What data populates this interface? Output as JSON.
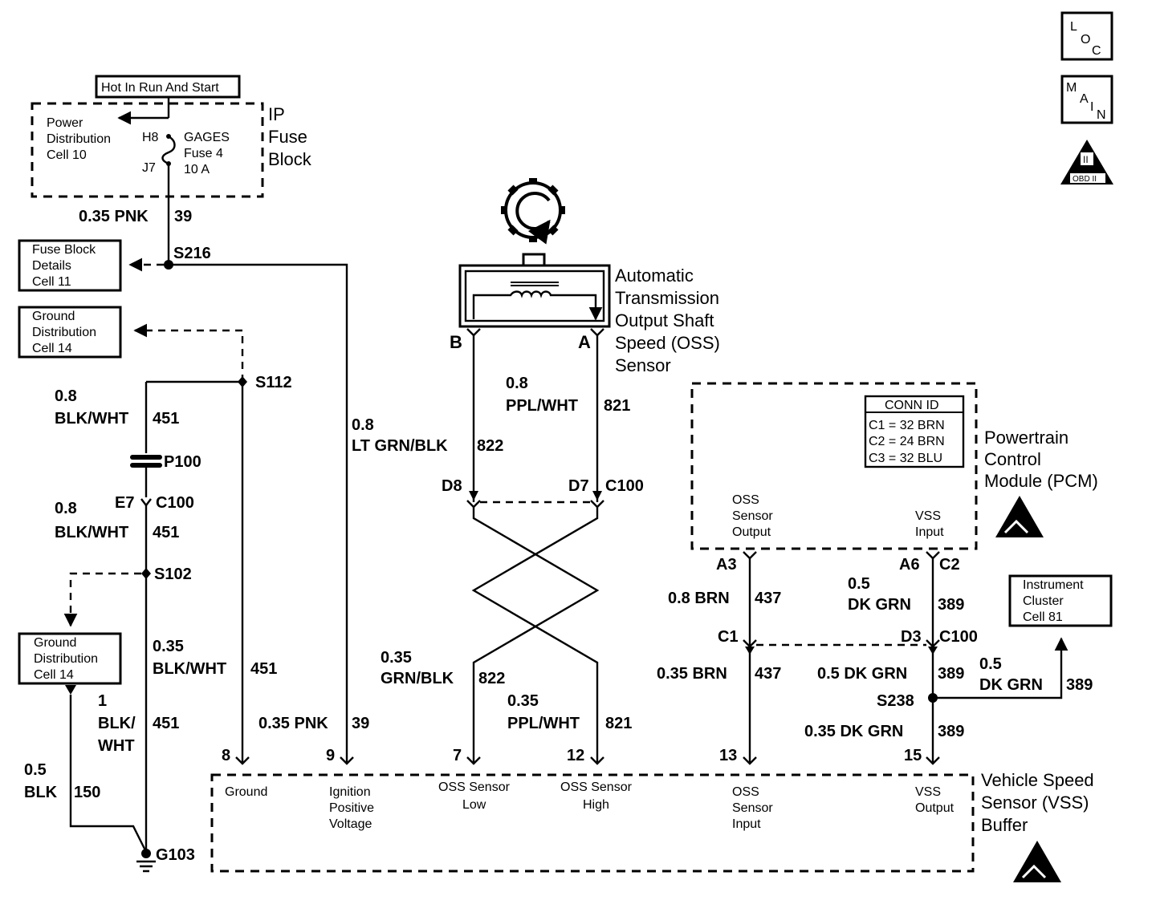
{
  "corner_icons": {
    "loc_l": "L",
    "loc_o": "O",
    "loc_c": "C",
    "main_m": "M",
    "main_a": "A",
    "main_i": "I",
    "main_n": "N",
    "obd_ii": "II",
    "obd_text": "OBD II"
  },
  "power": {
    "hot_label": "Hot In Run And Start",
    "fuse_block": {
      "line1": "IP",
      "line2": "Fuse",
      "line3": "Block"
    },
    "power_dist": {
      "line1": "Power",
      "line2": "Distribution",
      "line3": "Cell 10"
    },
    "pin_h8": "H8",
    "pin_j7": "J7",
    "fuse": {
      "line1": "GAGES",
      "line2": "Fuse 4",
      "line3": "10 A"
    },
    "wire_pnk": "0.35 PNK",
    "circuit_39": "39",
    "splice_s216": "S216"
  },
  "fuse_details": {
    "line1": "Fuse Block",
    "line2": "Details",
    "line3": "Cell 11"
  },
  "ground_top": {
    "line1": "Ground",
    "line2": "Distribution",
    "line3": "Cell 14"
  },
  "ground_left": {
    "line1": "Ground",
    "line2": "Distribution",
    "line3": "Cell 14"
  },
  "ground_path": {
    "splice_s112": "S112",
    "wire_a_size": "0.8",
    "wire_a_color": "BLK/WHT",
    "wire_a_circuit": "451",
    "p100": "P100",
    "pin_e7": "E7",
    "c100": "C100",
    "wire_b_size": "0.8",
    "wire_b_color": "BLK/WHT",
    "wire_b_circuit": "451",
    "splice_s102": "S102",
    "wire_c_size": "0.35",
    "wire_c_color": "BLK/WHT",
    "wire_c_circuit": "451",
    "wire_d_size": "1",
    "wire_d_color1": "BLK/",
    "wire_d_color2": "WHT",
    "wire_d_circuit": "451",
    "wire_e_size": "0.5",
    "wire_e_color": "BLK",
    "wire_e_circuit": "150",
    "ground_g103": "G103"
  },
  "ignition_wire": {
    "size": "0.8",
    "color": "LT GRN/BLK",
    "circuit": "822",
    "lower_label": "0.35 PNK",
    "lower_circuit": "39"
  },
  "oss_sensor": {
    "line1": "Automatic",
    "line2": "Transmission",
    "line3": "Output Shaft",
    "line4": "Speed (OSS)",
    "line5": "Sensor",
    "pin_b": "B",
    "pin_a": "A",
    "wire_a_size": "0.8",
    "wire_a_color": "PPL/WHT",
    "wire_a_circuit": "821"
  },
  "c100_connector": {
    "pin_d8": "D8",
    "pin_d7": "D7",
    "name": "C100"
  },
  "twisted_lower": {
    "left_size": "0.35",
    "left_color": "GRN/BLK",
    "left_circuit": "822",
    "right_size": "0.35",
    "right_color": "PPL/WHT",
    "right_circuit": "821"
  },
  "pcm": {
    "line1": "Powertrain",
    "line2": "Control",
    "line3": "Module (PCM)",
    "conn_id_title": "CONN ID",
    "conn_rows": [
      "C1 = 32 BRN",
      "C2 = 24 BRN",
      "C3 = 32 BLU"
    ],
    "oss_out": {
      "line1": "OSS",
      "line2": "Sensor",
      "line3": "Output"
    },
    "vss_in": {
      "line1": "VSS",
      "line2": "Input"
    },
    "pin_a3": "A3",
    "pin_a6": "A6",
    "c2": "C2"
  },
  "pcm_wires": {
    "brn_upper": "0.8 BRN",
    "circuit_437": "437",
    "dkgrn_size": "0.5",
    "dkgrn_color": "DK GRN",
    "circuit_389": "389",
    "pin_c1": "C1",
    "pin_d3": "D3",
    "c100": "C100",
    "brn_lower": "0.35 BRN",
    "dkgrn_lower": "0.5 DK GRN",
    "splice_s238": "S238",
    "dkgrn_bottom": "0.35 DK GRN",
    "ic_size": "0.5",
    "ic_color": "DK GRN",
    "ic_circuit": "389"
  },
  "instrument_cluster": {
    "line1": "Instrument",
    "line2": "Cluster",
    "line3": "Cell 81"
  },
  "vss_buffer": {
    "line1": "Vehicle Speed",
    "line2": "Sensor (VSS)",
    "line3": "Buffer",
    "pins": [
      "8",
      "9",
      "7",
      "12",
      "13",
      "15"
    ],
    "ground": "Ground",
    "ign": {
      "line1": "Ignition",
      "line2": "Positive",
      "line3": "Voltage"
    },
    "oss_low": {
      "line1": "OSS Sensor",
      "line2": "Low"
    },
    "oss_high": {
      "line1": "OSS Sensor",
      "line2": "High"
    },
    "oss_in": {
      "line1": "OSS",
      "line2": "Sensor",
      "line3": "Input"
    },
    "vss_out": {
      "line1": "VSS",
      "line2": "Output"
    }
  }
}
